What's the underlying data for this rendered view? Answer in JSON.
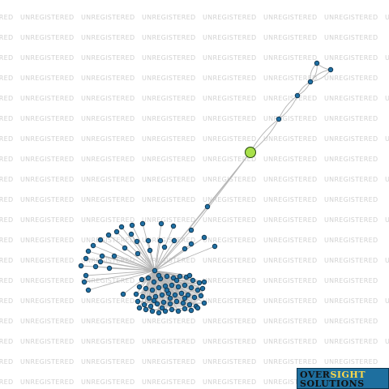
{
  "watermark_text": "UNREGISTERED",
  "logo": {
    "line1_a": "OVER",
    "line1_b": "SIGHT",
    "line2": "SOLUTIONS"
  },
  "colors": {
    "background": "#ffffff",
    "edge": "#b4b4b4",
    "node": "#1f6fa3",
    "hub_node": "#a8e04a",
    "watermark": "#d2d2d2",
    "logo_background": "#1e6f9f",
    "logo_accent": "#ffd94a"
  }
}
